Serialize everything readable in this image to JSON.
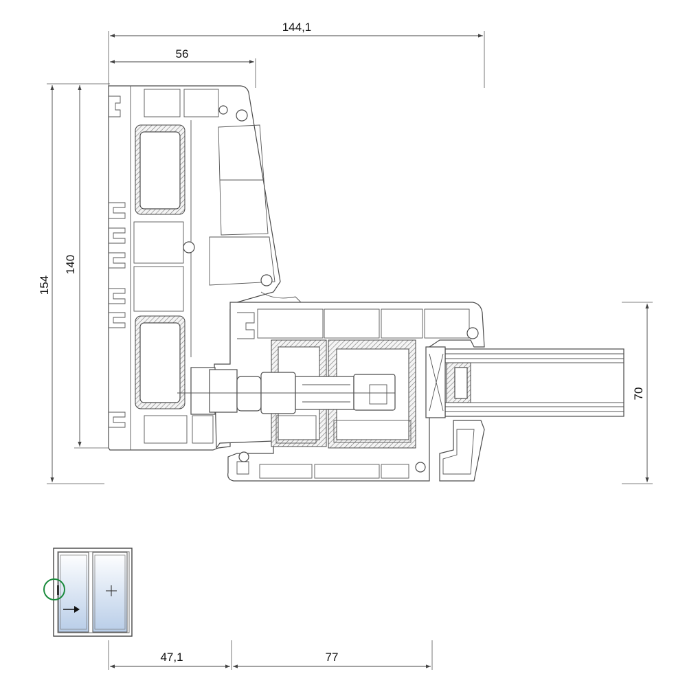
{
  "dimensions": {
    "overall_width": "144,1",
    "frame_width": "56",
    "overall_height": "154",
    "frame_height": "140",
    "glazing_thickness": "70",
    "offset_left": "47,1",
    "offset_right": "77"
  },
  "legend": {
    "handle_marker_color": "#1a8a3c",
    "glass_color": "#b8cde8",
    "arrow_icon": "arrow-right-icon",
    "plus_icon": "plus-icon"
  }
}
